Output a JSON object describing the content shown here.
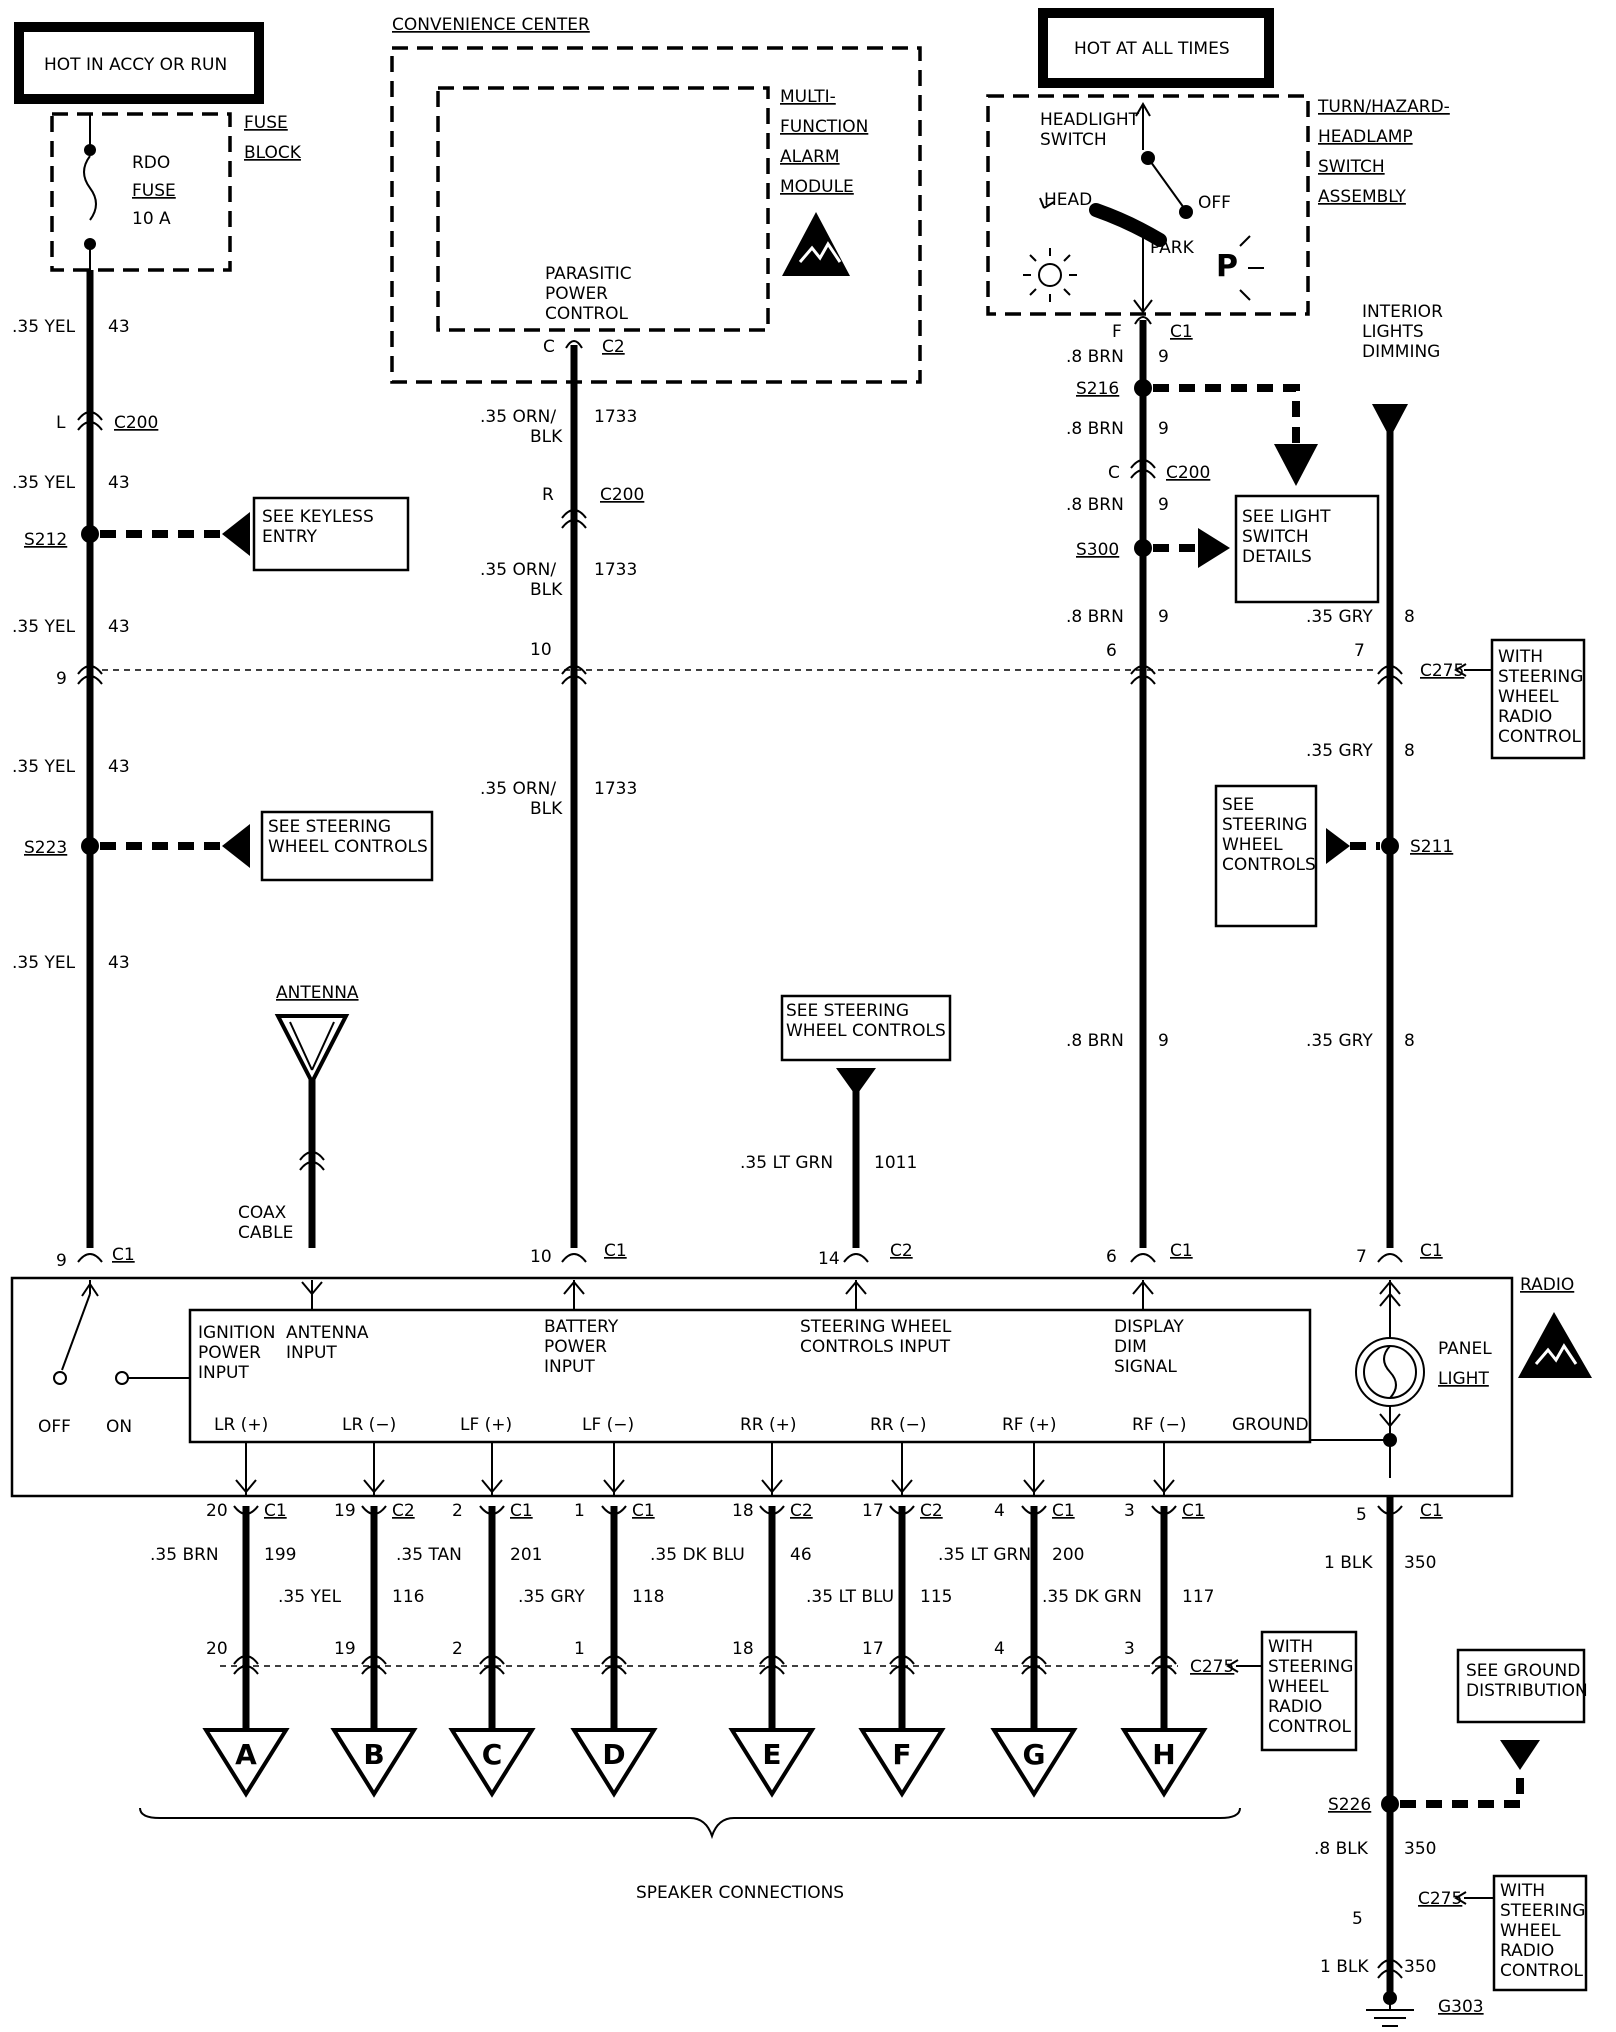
{
  "labels": {
    "hot_accy": "HOT IN ACCY OR RUN",
    "hot_all": "HOT AT ALL TIMES",
    "fuse_block_1": "FUSE",
    "fuse_block_2": "BLOCK",
    "fuse_name": "RDO",
    "fuse_word": "FUSE",
    "fuse_rating": "10 A",
    "conv_center": "CONVENIENCE CENTER",
    "mfam_1": "MULTI-",
    "mfam_2": "FUNCTION",
    "mfam_3": "ALARM",
    "mfam_4": "MODULE",
    "ppc_1": "PARASITIC",
    "ppc_2": "POWER",
    "ppc_3": "CONTROL",
    "headlight_sw_1": "HEADLIGHT",
    "headlight_sw_2": "SWITCH",
    "head": "HEAD",
    "off_sw": "OFF",
    "park": "PARK",
    "p_glyph": "P",
    "turn_1": "TURN/HAZARD-",
    "turn_2": "HEADLAMP",
    "turn_3": "SWITCH",
    "turn_4": "ASSEMBLY",
    "int_dim_1": "INTERIOR",
    "int_dim_2": "LIGHTS",
    "int_dim_3": "DIMMING",
    "see_keyless_1": "SEE KEYLESS",
    "see_keyless_2": "ENTRY",
    "see_swc_left_1": "SEE STEERING",
    "see_swc_left_2": "WHEEL CONTROLS",
    "see_swc_mid_1": "SEE STEERING",
    "see_swc_mid_2": "WHEEL CONTROLS",
    "see_light_1": "SEE LIGHT",
    "see_light_2": "SWITCH",
    "see_light_3": "DETAILS",
    "see_swc_right_1": "SEE",
    "see_swc_right_2": "STEERING",
    "see_swc_right_3": "WHEEL",
    "see_swc_right_4": "CONTROLS",
    "with_swrc_1": "WITH",
    "with_swrc_2": "STEERING",
    "with_swrc_3": "WHEEL",
    "with_swrc_4": "RADIO",
    "with_swrc_5": "CONTROL",
    "antenna": "ANTENNA",
    "coax_1": "COAX",
    "coax_2": "CABLE",
    "radio": "RADIO",
    "ign_1": "IGNITION",
    "ign_2": "POWER",
    "ign_3": "INPUT",
    "ant_in_1": "ANTENNA",
    "ant_in_2": "INPUT",
    "batt_1": "BATTERY",
    "batt_2": "POWER",
    "batt_3": "INPUT",
    "swc_in_1": "STEERING WHEEL",
    "swc_in_2": "CONTROLS INPUT",
    "dim_1": "DISPLAY",
    "dim_2": "DIM",
    "dim_3": "SIGNAL",
    "panel_1": "PANEL",
    "panel_2": "LIGHT",
    "off_radio": "OFF",
    "on_radio": "ON",
    "ground": "GROUND",
    "see_ground_1": "SEE GROUND",
    "see_ground_2": "DISTRIBUTION",
    "speaker_conn": "SPEAKER CONNECTIONS"
  },
  "connectors": {
    "c1": "C1",
    "c2": "C2",
    "c200": "C200",
    "c275": "C275",
    "pin_l": "L",
    "pin_c": "C",
    "pin_r": "R",
    "pin_f": "F",
    "pin_9": "9",
    "pin_10": "10",
    "pin_6": "6",
    "pin_7": "7",
    "pin_14": "14",
    "pin_5": "5"
  },
  "splices": {
    "s212": "S212",
    "s223": "S223",
    "s216": "S216",
    "s300": "S300",
    "s211": "S211",
    "s226": "S226",
    "g303": "G303"
  },
  "wires": {
    "yel_color": ".35 YEL",
    "yel_circuit": "43",
    "orn_color_1": ".35 ORN/",
    "orn_color_2": "BLK",
    "orn_circuit": "1733",
    "brn_color": ".8 BRN",
    "brn_circuit": "9",
    "gry_color": ".35 GRY",
    "gry_circuit": "8",
    "ltgrn_color": ".35 LT GRN",
    "ltgrn_circuit": "1011",
    "blk1_color": "1 BLK",
    "blk8_color": ".8 BLK",
    "blk_circuit": "350"
  },
  "speakers": [
    {
      "label": "LR (+)",
      "pin": "20",
      "conn": "C1",
      "color": ".35 BRN",
      "circuit": "199",
      "letter": "A"
    },
    {
      "label": "LR (−)",
      "pin": "19",
      "conn": "C2",
      "color": ".35 YEL",
      "circuit": "116",
      "letter": "B"
    },
    {
      "label": "LF (+)",
      "pin": "2",
      "conn": "C1",
      "color": ".35 TAN",
      "circuit": "201",
      "letter": "C"
    },
    {
      "label": "LF (−)",
      "pin": "1",
      "conn": "C1",
      "color": ".35 GRY",
      "circuit": "118",
      "letter": "D"
    },
    {
      "label": "RR (+)",
      "pin": "18",
      "conn": "C2",
      "color": ".35 DK BLU",
      "circuit": "46",
      "letter": "E"
    },
    {
      "label": "RR (−)",
      "pin": "17",
      "conn": "C2",
      "color": ".35 LT BLU",
      "circuit": "115",
      "letter": "F"
    },
    {
      "label": "RF (+)",
      "pin": "4",
      "conn": "C1",
      "color": ".35 LT GRN",
      "circuit": "200",
      "letter": "G"
    },
    {
      "label": "RF (−)",
      "pin": "3",
      "conn": "C1",
      "color": ".35 DK GRN",
      "circuit": "117",
      "letter": "H"
    }
  ]
}
